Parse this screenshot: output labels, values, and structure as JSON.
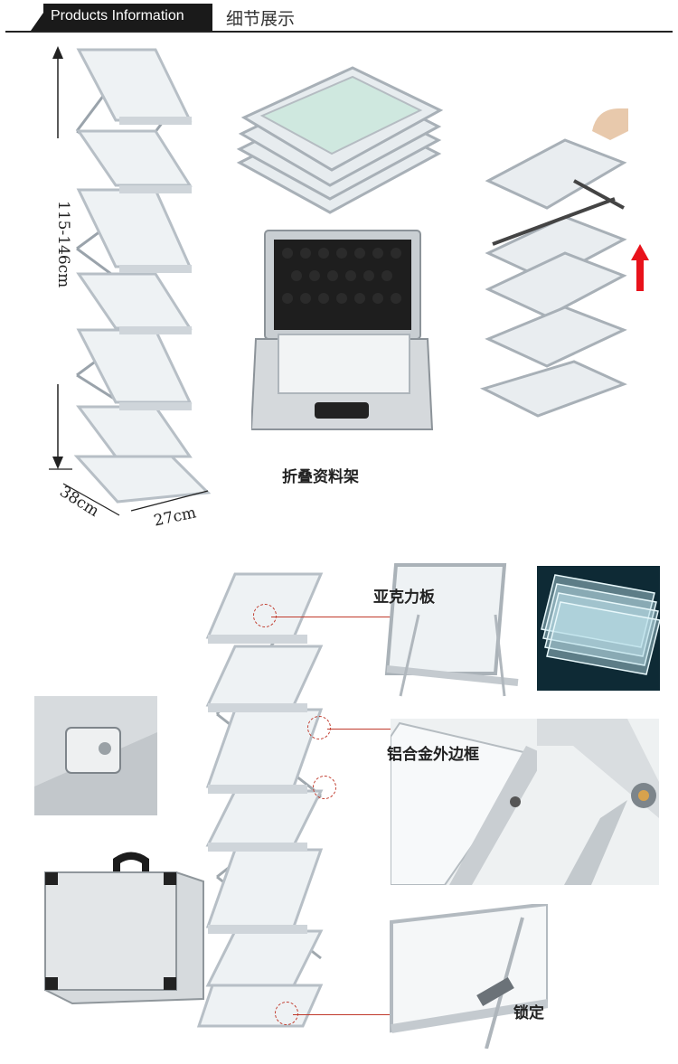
{
  "header": {
    "title_en": "Products Information",
    "title_cn": "细节展示"
  },
  "dimensions": {
    "height": "115-146cm",
    "depth": "38cm",
    "width": "27cm"
  },
  "caption_main": "折叠资料架",
  "callouts": {
    "acrylic": "亚克力板",
    "frame": "铝合金外边框",
    "lock": "锁定"
  },
  "colors": {
    "accent_red": "#c0392b",
    "arrow_red": "#e8121b",
    "header_dark": "#1a1a1a"
  }
}
